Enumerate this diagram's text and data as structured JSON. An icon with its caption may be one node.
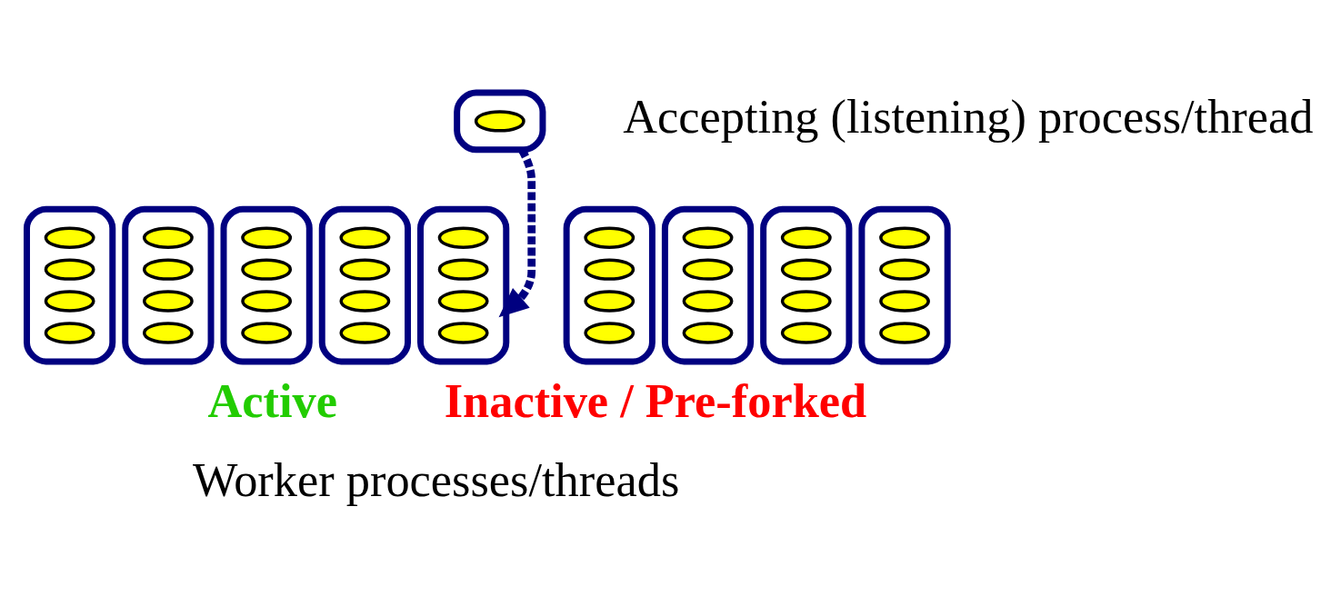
{
  "diagram": {
    "nodes": [
      {
        "text": [],
        "shape": "ellipse",
        "beside": [
          "Accepting (listening) process/thread"
        ]
      },
      {
        "text": [],
        "shape": "ellipse",
        "in": 0
      },
      {
        "text": [],
        "shape": "ellipse"
      },
      {
        "text": [],
        "shape": "ellipse",
        "in": 2
      },
      {
        "text": [],
        "shape": "ellipse",
        "in": 2
      },
      {
        "text": [],
        "shape": "ellipse",
        "in": 2
      },
      {
        "text": [],
        "shape": "ellipse",
        "in": 2
      },
      {
        "text": [],
        "shape": "ellipse"
      },
      {
        "text": [],
        "shape": "ellipse",
        "in": 7
      },
      {
        "text": [],
        "shape": "ellipse",
        "in": 7
      },
      {
        "text": [],
        "shape": "ellipse",
        "in": 7
      },
      {
        "text": [],
        "shape": "ellipse",
        "in": 7
      },
      {
        "text": [],
        "shape": "ellipse"
      },
      {
        "text": [],
        "shape": "ellipse",
        "in": 12
      },
      {
        "text": [],
        "shape": "ellipse",
        "in": 12
      },
      {
        "text": [],
        "shape": "ellipse",
        "in": 12
      },
      {
        "text": [],
        "shape": "ellipse",
        "in": 12
      },
      {
        "text": [],
        "shape": "ellipse"
      },
      {
        "text": [],
        "shape": "ellipse",
        "in": 17
      },
      {
        "text": [],
        "shape": "ellipse",
        "in": 17
      },
      {
        "text": [],
        "shape": "ellipse",
        "in": 17
      },
      {
        "text": [],
        "shape": "ellipse",
        "in": 17
      },
      {
        "text": [],
        "shape": "ellipse"
      },
      {
        "text": [],
        "shape": "ellipse",
        "in": 22
      },
      {
        "text": [],
        "shape": "ellipse",
        "in": 22
      },
      {
        "text": [],
        "shape": "ellipse",
        "in": 22
      },
      {
        "text": [],
        "shape": "ellipse",
        "in": 22
      },
      {
        "text": [],
        "shape": "ellipse"
      },
      {
        "text": [],
        "shape": "ellipse",
        "in": 27
      },
      {
        "text": [],
        "shape": "ellipse",
        "in": 27
      },
      {
        "text": [],
        "shape": "ellipse",
        "in": 27
      },
      {
        "text": [],
        "shape": "ellipse",
        "in": 27
      },
      {
        "text": [],
        "shape": "ellipse"
      },
      {
        "text": [],
        "shape": "ellipse",
        "in": 32
      },
      {
        "text": [],
        "shape": "ellipse",
        "in": 32
      },
      {
        "text": [],
        "shape": "ellipse",
        "in": 32
      },
      {
        "text": [],
        "shape": "ellipse",
        "in": 32
      },
      {
        "text": [],
        "shape": "ellipse"
      },
      {
        "text": [],
        "shape": "ellipse",
        "in": 37
      },
      {
        "text": [],
        "shape": "ellipse",
        "in": 37
      },
      {
        "text": [],
        "shape": "ellipse",
        "in": 37
      },
      {
        "text": [],
        "shape": "ellipse",
        "in": 37
      },
      {
        "text": [],
        "shape": "ellipse"
      },
      {
        "text": [],
        "shape": "ellipse",
        "in": 42
      },
      {
        "text": [],
        "shape": "ellipse",
        "in": 42
      },
      {
        "text": [],
        "shape": "ellipse",
        "in": 42
      },
      {
        "text": [],
        "shape": "ellipse",
        "in": 42
      }
    ],
    "edges": [
      {
        "from": 0,
        "to": 22,
        "arrow": "to",
        "style": "dashed"
      }
    ],
    "labels": [
      "Active",
      "Inactive / Pre-forked",
      "Worker processes/threads"
    ]
  }
}
